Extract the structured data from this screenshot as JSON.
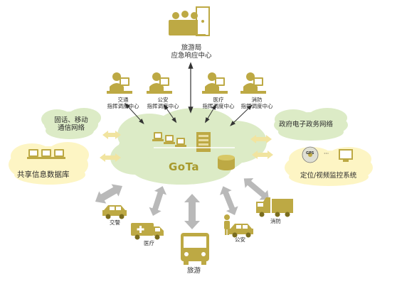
{
  "tourism_bureau": {
    "line1": "旅游局",
    "line2": "应急响应中心"
  },
  "dispatch_centers": [
    {
      "line1": "交通",
      "line2": "指挥调度中心"
    },
    {
      "line1": "公安",
      "line2": "指挥调度中心"
    },
    {
      "line1": "医疗",
      "line2": "指挥调度中心"
    },
    {
      "line1": "消防",
      "line2": "指挥调度中心"
    }
  ],
  "left_network": {
    "line1": "固话、移动",
    "line2": "通信网络"
  },
  "shared_database": "共享信息数据库",
  "egov_network": "政府电子政务网络",
  "monitoring": {
    "label": "定位/视频监控系统",
    "gps": "GPS",
    "dots": "···"
  },
  "core": "GoTa",
  "vehicles": {
    "traffic_police": "交警",
    "medical": "医疗",
    "tourism": "旅游",
    "police": "公安",
    "fire": "消防"
  },
  "colors": {
    "icon_gold": "#bda944",
    "cloud_green": "#dcebc6",
    "cloud_yellow": "#fdf5c4",
    "arrow_gray": "#b9b9b9",
    "arrow_yellow": "#f1e4a0"
  }
}
